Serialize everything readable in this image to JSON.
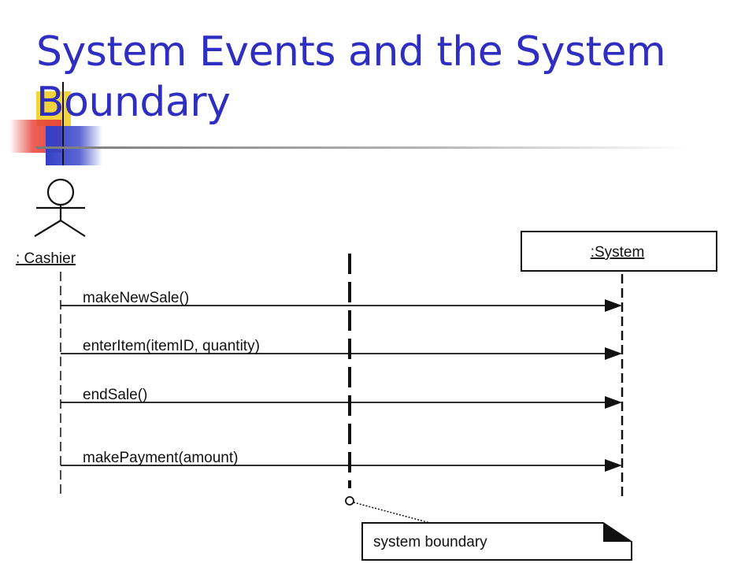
{
  "slide": {
    "title": "System Events and the System Boundary"
  },
  "diagram": {
    "actor": {
      "label": ": Cashier"
    },
    "system": {
      "label": ":System"
    },
    "messages": [
      "makeNewSale()",
      "enterItem(itemID, quantity)",
      "endSale()",
      "makePayment(amount)"
    ],
    "note": {
      "label": "system boundary"
    }
  },
  "colors": {
    "title": "#2e2ec2",
    "decor_yellow": "#f2cf2a",
    "decor_red": "#e8453c",
    "decor_blue": "#3340c8",
    "rule": "#9a9a9a"
  }
}
